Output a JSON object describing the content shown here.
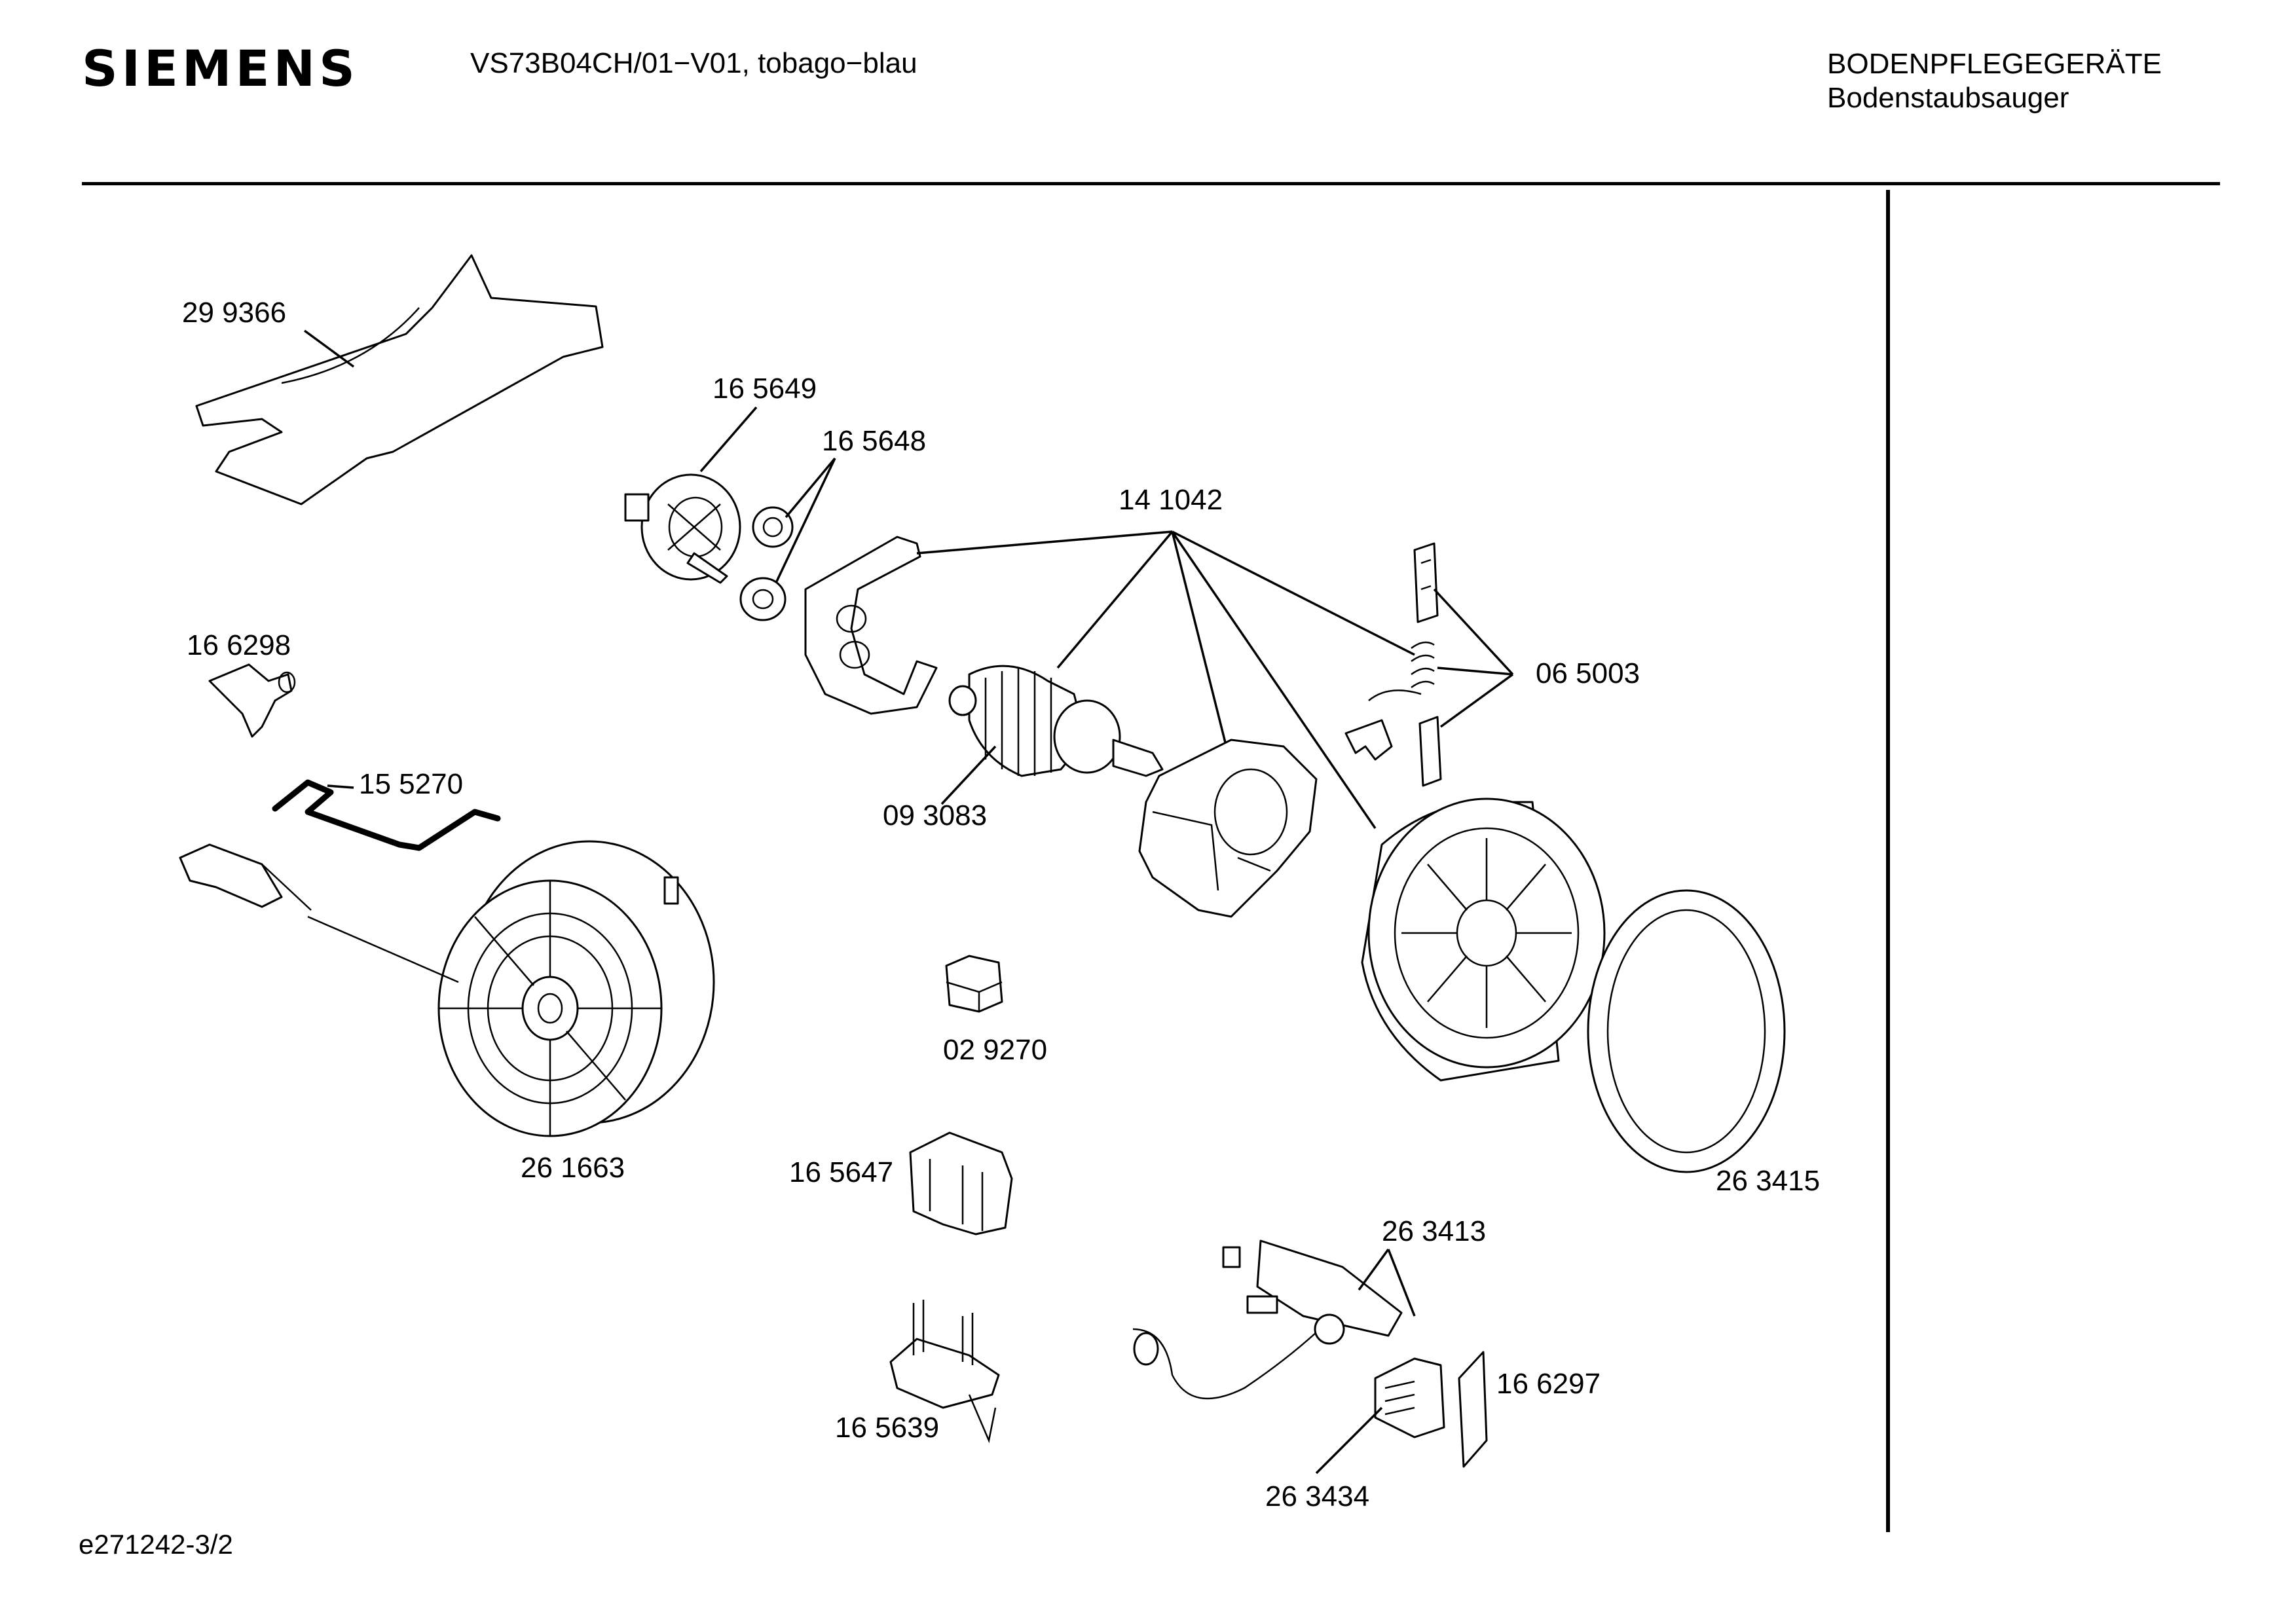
{
  "header": {
    "brand": "SIEMENS",
    "model": "VS73B04CH/01−V01, tobago−blau",
    "category": "BODENPFLEGEGERÄTE",
    "subcategory": "Bodenstaubsauger"
  },
  "footer": {
    "doc_id": "e271242-3/2"
  },
  "parts": {
    "p299366": "29 9366",
    "p165649": "16 5649",
    "p165648": "16 5648",
    "p141042": "14 1042",
    "p166298": "16 6298",
    "p065003": "06 5003",
    "p155270": "15 5270",
    "p093083": "09 3083",
    "p029270": "02 9270",
    "p261663": "26 1663",
    "p165647": "16 5647",
    "p263413": "26 3413",
    "p263415": "26 3415",
    "p166297": "16 6297",
    "p165639": "16 5639",
    "p263434": "26 3434"
  }
}
